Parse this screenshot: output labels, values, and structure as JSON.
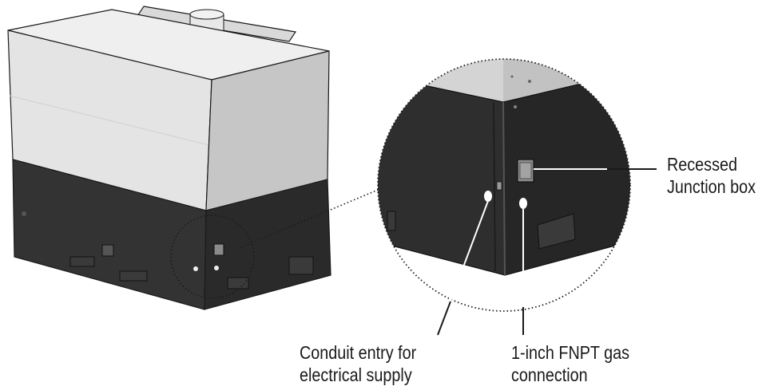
{
  "callouts": {
    "junction_box": {
      "line1": "Recessed",
      "line2": "Junction box"
    },
    "conduit_entry": {
      "line1": "Conduit entry for",
      "line2": "electrical supply"
    },
    "gas_connection": {
      "line1": "1-inch FNPT gas",
      "line2": "connection"
    }
  },
  "colors": {
    "upper_panel": "#e6e6e6",
    "upper_side": "#c9c9c9",
    "lower_body": "#2f2f2f",
    "lower_side": "#262626",
    "outline": "#1a1a1a",
    "text": "#1a1a1a"
  }
}
